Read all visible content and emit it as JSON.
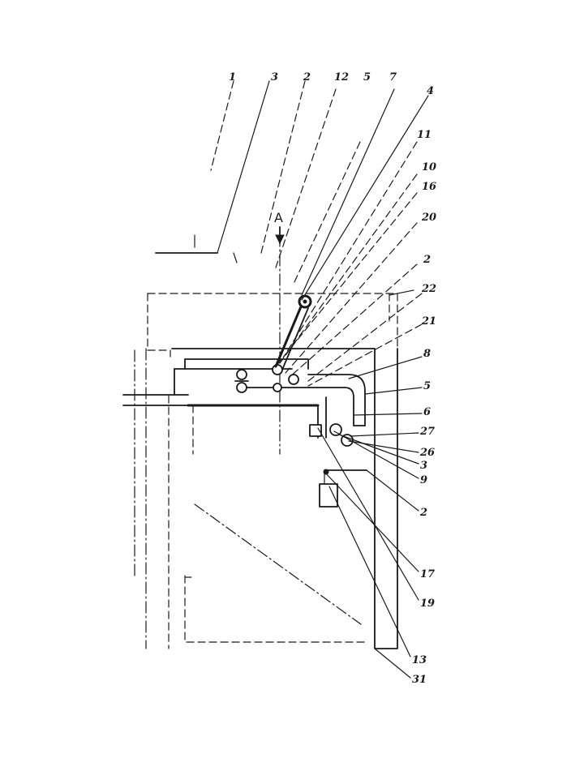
{
  "section_marker": "A",
  "top_labels": [
    "1",
    "3",
    "2",
    "12",
    "5",
    "7"
  ],
  "right_labels": [
    "4",
    "11",
    "10",
    "16",
    "20",
    "2",
    "22",
    "21",
    "8",
    "5",
    "6",
    "27",
    "26",
    "3",
    "9",
    "2",
    "17",
    "19",
    "13",
    "31"
  ]
}
